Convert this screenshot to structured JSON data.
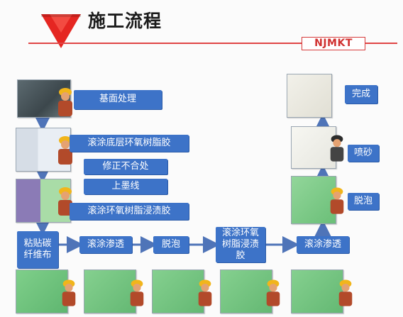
{
  "header": {
    "title": "施工流程",
    "logo_text": "NJMKT"
  },
  "steps": {
    "s1": "基面处理",
    "s2": "滚涂底层环氧树脂胶",
    "s3": "修正不合处",
    "s4": "上墨线",
    "s5": "滚涂环氧树脂浸渍胶",
    "s6": "粘贴碳纤维布",
    "s7": "滚涂渗透",
    "s8": "脱泡",
    "s9": "滚涂环氧树脂浸渍胶",
    "s10": "滚涂渗透",
    "s11": "脱泡",
    "s12": "喷砂",
    "s13": "完成"
  },
  "colors": {
    "accent": "#e04545",
    "box": "#3d73c8",
    "arrow": "#4f74b8"
  }
}
